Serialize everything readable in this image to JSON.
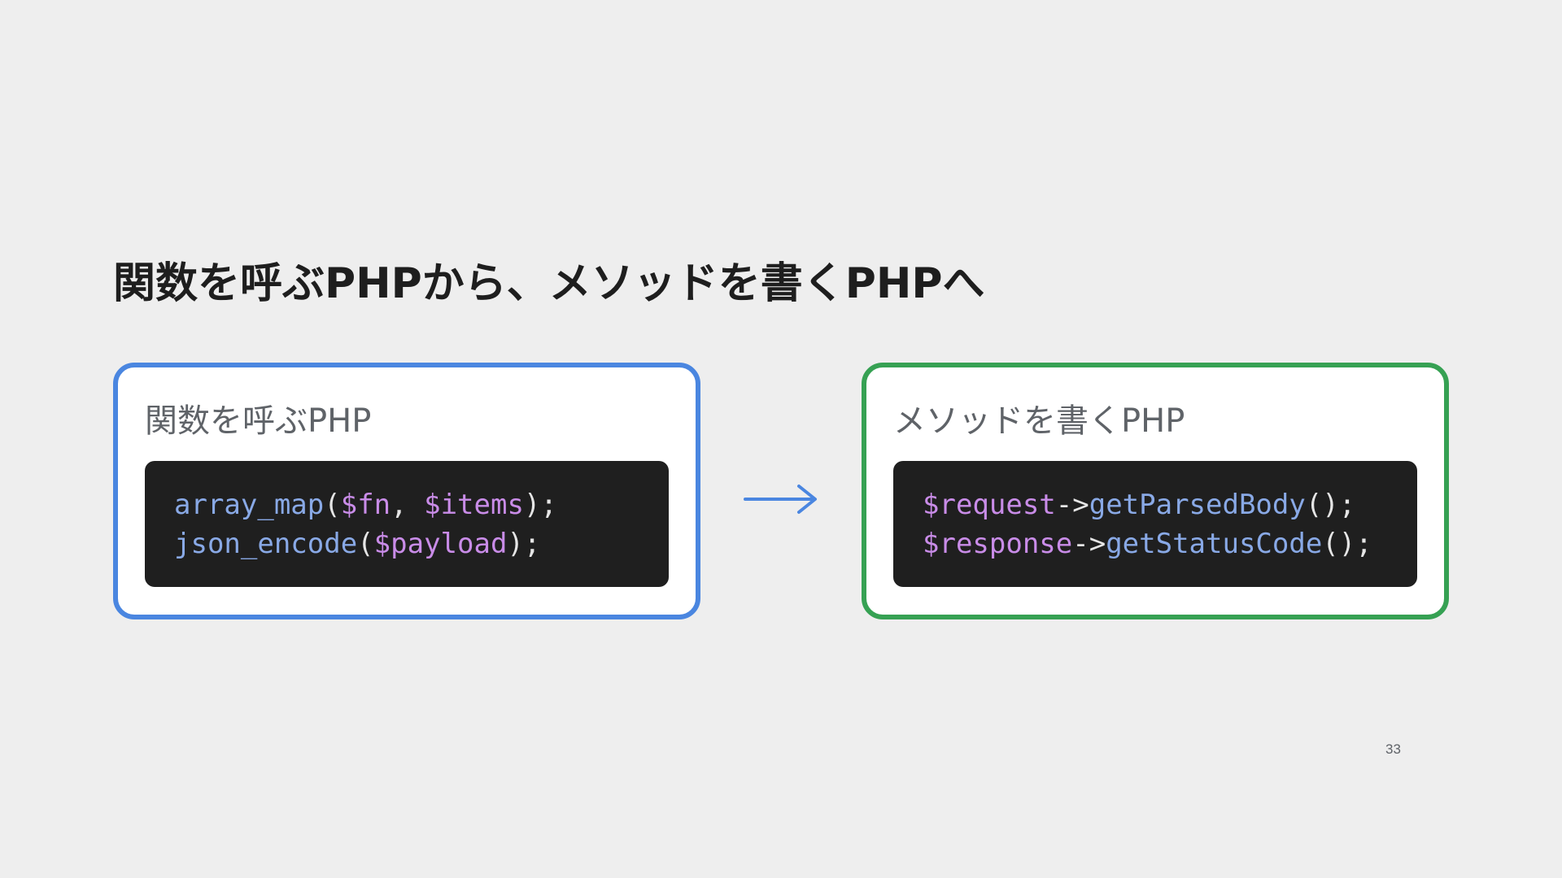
{
  "slide": {
    "title": "関数を呼ぶPHPから、メソッドを書くPHPへ",
    "page_number": "33"
  },
  "panels": [
    {
      "heading": "関数を呼ぶPHP",
      "border_color": "#4a86e0",
      "code": [
        [
          {
            "text": "array_map",
            "kind": "fn"
          },
          {
            "text": "(",
            "kind": "punc"
          },
          {
            "text": "$fn",
            "kind": "var"
          },
          {
            "text": ", ",
            "kind": "punc"
          },
          {
            "text": "$items",
            "kind": "var"
          },
          {
            "text": ");",
            "kind": "punc"
          }
        ],
        [
          {
            "text": "json_encode",
            "kind": "fn"
          },
          {
            "text": "(",
            "kind": "punc"
          },
          {
            "text": "$payload",
            "kind": "var"
          },
          {
            "text": ");",
            "kind": "punc"
          }
        ]
      ]
    },
    {
      "heading": "メソッドを書くPHP",
      "border_color": "#36a153",
      "code": [
        [
          {
            "text": "$request",
            "kind": "var"
          },
          {
            "text": "->",
            "kind": "punc"
          },
          {
            "text": "getParsedBody",
            "kind": "fn"
          },
          {
            "text": "();",
            "kind": "punc"
          }
        ],
        [
          {
            "text": "$response",
            "kind": "var"
          },
          {
            "text": "->",
            "kind": "punc"
          },
          {
            "text": "getStatusCode",
            "kind": "fn"
          },
          {
            "text": "();",
            "kind": "punc"
          }
        ]
      ]
    }
  ],
  "arrow": {
    "icon": "right-arrow-icon",
    "color": "#4a86e0"
  },
  "colors": {
    "background": "#eeeeee",
    "code_background": "#1f1f1f",
    "code_function": "#89a9e6",
    "code_variable": "#c98ce8",
    "code_punctuation": "#e6e6e6"
  }
}
